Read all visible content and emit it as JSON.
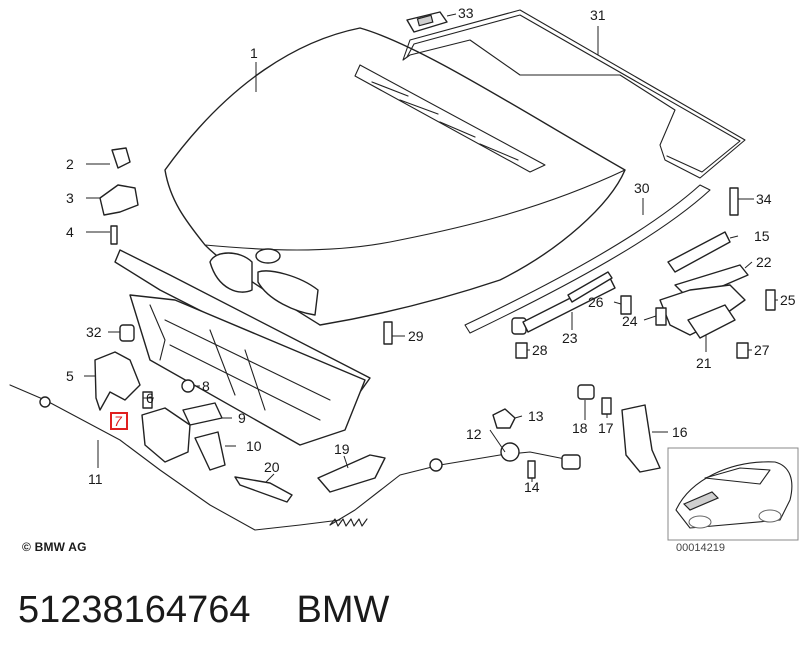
{
  "copyright": "© BMW AG",
  "inset_code": "00014219",
  "footer": {
    "part_number": "51238164764",
    "brand": "BMW"
  },
  "callouts": {
    "c1": "1",
    "c2": "2",
    "c3": "3",
    "c4": "4",
    "c5": "5",
    "c6": "6",
    "c7": "7",
    "c8": "8",
    "c9": "9",
    "c10": "10",
    "c11": "11",
    "c12": "12",
    "c13": "13",
    "c14": "14",
    "c15": "15",
    "c16": "16",
    "c17": "17",
    "c18": "18",
    "c19": "19",
    "c20": "20",
    "c21": "21",
    "c22": "22",
    "c23": "23",
    "c24": "24",
    "c25": "25",
    "c26": "26",
    "c27": "27",
    "c28": "28",
    "c29": "29",
    "c30": "30",
    "c31": "31",
    "c32": "32",
    "c33": "33",
    "c34": "34"
  },
  "highlight": {
    "callout": "c7",
    "color": "#e02020"
  }
}
